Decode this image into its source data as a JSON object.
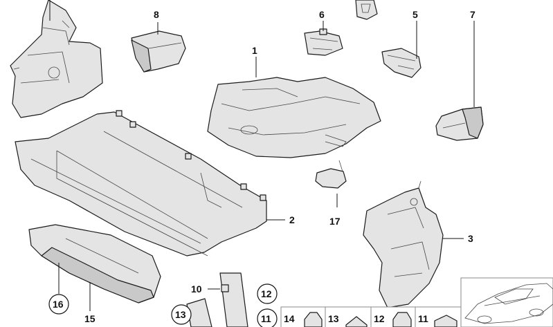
{
  "callouts": {
    "c1": "1",
    "c2": "2",
    "c3": "3",
    "c5": "5",
    "c6": "6",
    "c7": "7",
    "c8": "8",
    "c10": "10",
    "c11a": "11",
    "c11b": "11",
    "c12a": "12",
    "c12b": "12",
    "c13a": "13",
    "c13b": "13",
    "c14": "14",
    "c15": "15",
    "c16": "16",
    "c17": "17"
  }
}
